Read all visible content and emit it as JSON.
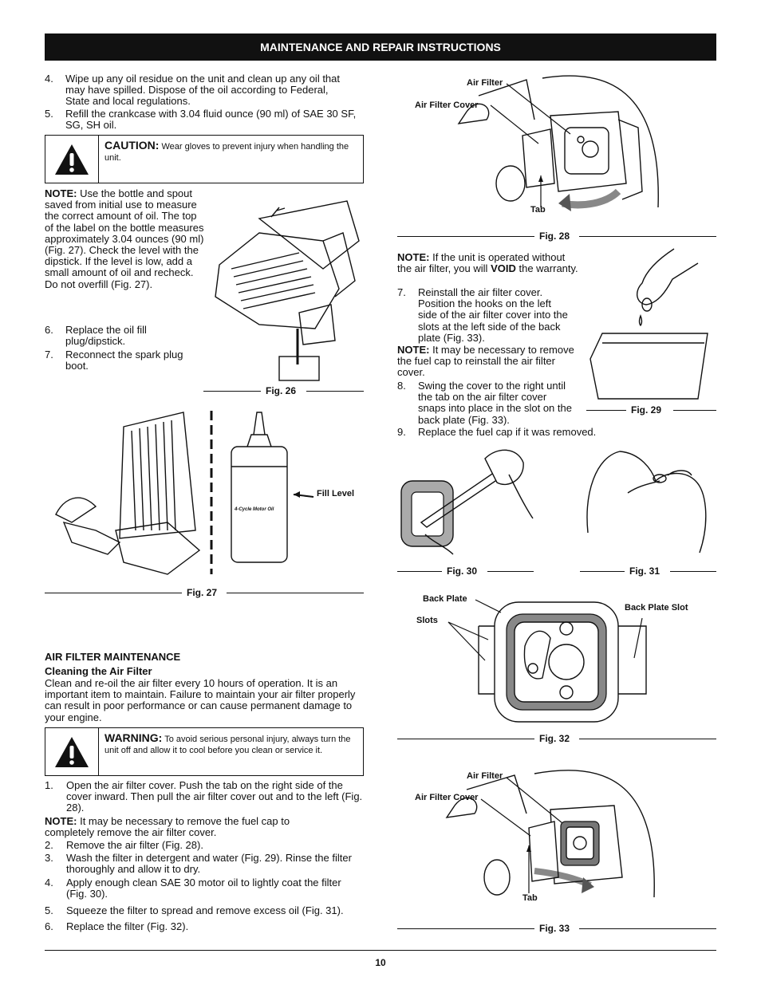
{
  "header": {
    "title": "MAINTENANCE AND REPAIR INSTRUCTIONS"
  },
  "left_top": {
    "step4_num": "4.",
    "step4_text": "Wipe up any oil residue on the unit and clean up any oil that may have spilled. Dispose of the oil according to Federal, State and local regulations.",
    "step5_num": "5.",
    "step5_text": "Refill the crankcase with 3.04 fluid ounce (90 ml) of SAE 30 SF, SG, SH oil.",
    "caution_label": "CAUTION:",
    "caution_text": "Wear gloves to prevent injury when handling the unit.",
    "note_label": "NOTE:",
    "note_text": "Use the bottle and spout saved from initial use to measure the correct amount of oil. The top of the label on the bottle measures approximately 3.04 ounces (90 ml) (Fig. 27). Check the level with the dipstick. If the level is low, add a small amount of oil and recheck. Do not overfill (Fig. 27).",
    "step6_num": "6.",
    "step6_text": "Replace the oil fill plug/dipstick.",
    "step7_num": "7.",
    "step7_text": "Reconnect the spark plug boot."
  },
  "figures": {
    "fig26": "Fig. 26",
    "fig27": "Fig. 27",
    "fig28": "Fig. 28",
    "fig29": "Fig. 29",
    "fig30": "Fig. 30",
    "fig31": "Fig. 31",
    "fig32": "Fig. 32",
    "fig33": "Fig. 33",
    "fill_level": "Fill Level",
    "bottle_label": "4-Cycle Motor Oil",
    "air_filter": "Air Filter",
    "air_filter_cover": "Air Filter Cover",
    "tab": "Tab",
    "back_plate": "Back Plate",
    "slots": "Slots",
    "back_plate_slot": "Back Plate Slot"
  },
  "air_filter_section": {
    "heading": "AIR FILTER MAINTENANCE",
    "subheading": "Cleaning the Air Filter",
    "intro": "Clean and re-oil the air filter every 10 hours of operation. It is an important item to maintain. Failure to maintain your air filter properly can result in poor performance or can cause permanent damage to your engine.",
    "warning_label": "WARNING:",
    "warning_text": "To avoid serious personal injury, always turn the unit off and allow it to cool before you clean or service it.",
    "step1_num": "1.",
    "step1_text": "Open the air filter cover. Push the tab on the right side of the cover inward. Then pull the air filter cover out and to the left (Fig. 28).",
    "note1_label": "NOTE:",
    "note1_text": "It may be necessary to remove the fuel cap to completely remove the air filter cover.",
    "step2_num": "2.",
    "step2_text": "Remove the air filter (Fig. 28).",
    "step3_num": "3.",
    "step3_text": "Wash the filter in detergent and water (Fig. 29). Rinse the filter thoroughly and allow it to dry.",
    "step4_num": "4.",
    "step4_text": "Apply enough clean SAE 30 motor oil to lightly coat the filter (Fig. 30).",
    "step5_num": "5.",
    "step5_text": "Squeeze the filter to spread and remove excess oil (Fig. 31).",
    "step6_num": "6.",
    "step6_text": "Replace the filter (Fig. 32)."
  },
  "right_col": {
    "note1_label": "NOTE:",
    "note1_pre": "If the unit is operated without the air filter, you will",
    "note1_void": "VOID",
    "note1_post": "the warranty.",
    "step7_num": "7.",
    "step7_text": "Reinstall the air filter cover. Position the hooks on the left side of the air filter cover into the slots at the left side of the back plate (Fig. 33).",
    "note2_label": "NOTE:",
    "note2_text": "It may be necessary to remove the fuel cap to reinstall the air filter cover.",
    "step8_num": "8.",
    "step8_text": "Swing the cover to the right until the tab on the air filter cover snaps into place in the slot on the back plate (Fig. 33).",
    "step9_num": "9.",
    "step9_text": "Replace the fuel cap if it was removed."
  },
  "footer": {
    "page_number": "10"
  }
}
